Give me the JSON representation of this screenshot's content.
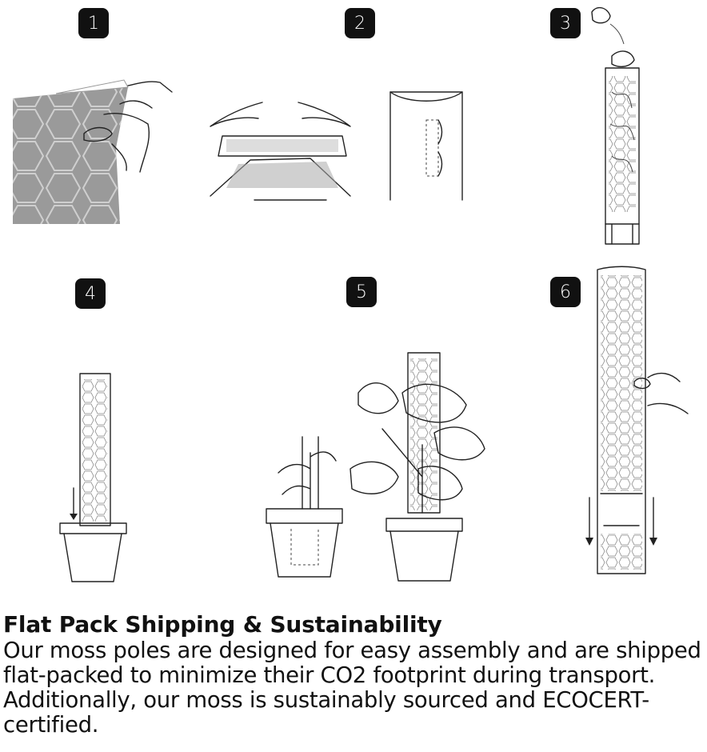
{
  "steps": [
    {
      "number": "1"
    },
    {
      "number": "2"
    },
    {
      "number": "3"
    },
    {
      "number": "4"
    },
    {
      "number": "5"
    },
    {
      "number": "6"
    }
  ],
  "text": {
    "title": "Flat Pack Shipping & Sustainability",
    "description": "Our moss poles are designed for easy assembly and are shipped flat-packed to minimize their CO2 footprint during transport. Additionally, our moss is sustainably sourced and ECOCERT-certified."
  },
  "colors": {
    "badge": "#111111",
    "sheet_gray": "#9a9a9a",
    "line": "#222222"
  }
}
